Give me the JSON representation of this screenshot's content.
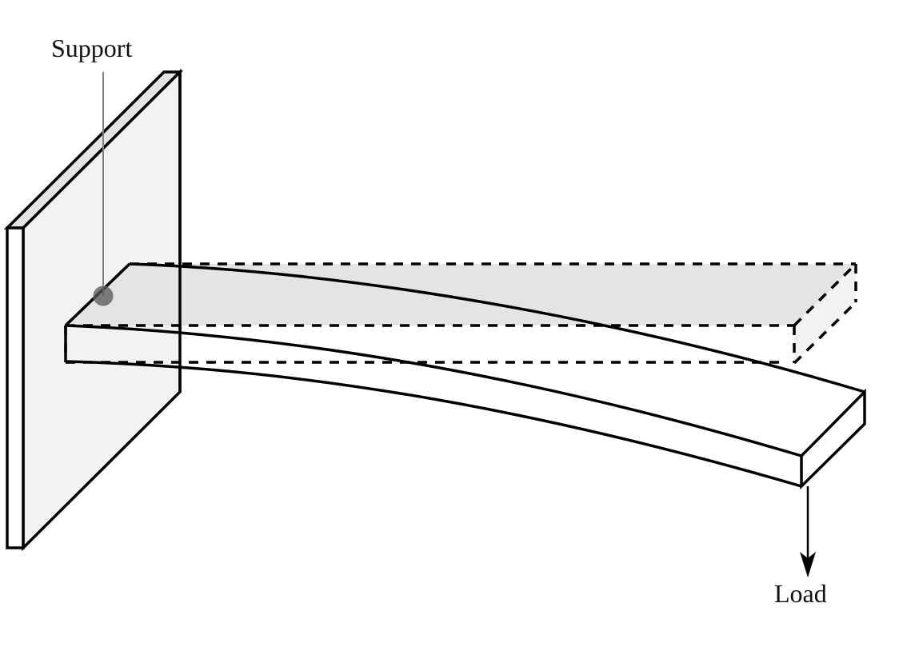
{
  "diagram": {
    "title": "Cantilever beam deflection under tip load",
    "labels": {
      "support": "Support",
      "load": "Load"
    },
    "elements": {
      "wall": "fixed support wall",
      "undeformed_beam": "undeformed beam (dashed outline)",
      "deformed_beam": "deflected beam (solid outline)",
      "support_marker": "support point marker",
      "load_arrow": "downward load arrow"
    },
    "colors": {
      "stroke": "#000000",
      "wall_face": "#f2f2f2",
      "wall_top": "#e4e4e4",
      "undeformed_top_face": "#e4e4e4",
      "undeformed_end_face": "#f2f2f2",
      "beam_face": "#ffffff",
      "support_marker": "#666666",
      "leader_line": "#808080"
    }
  }
}
